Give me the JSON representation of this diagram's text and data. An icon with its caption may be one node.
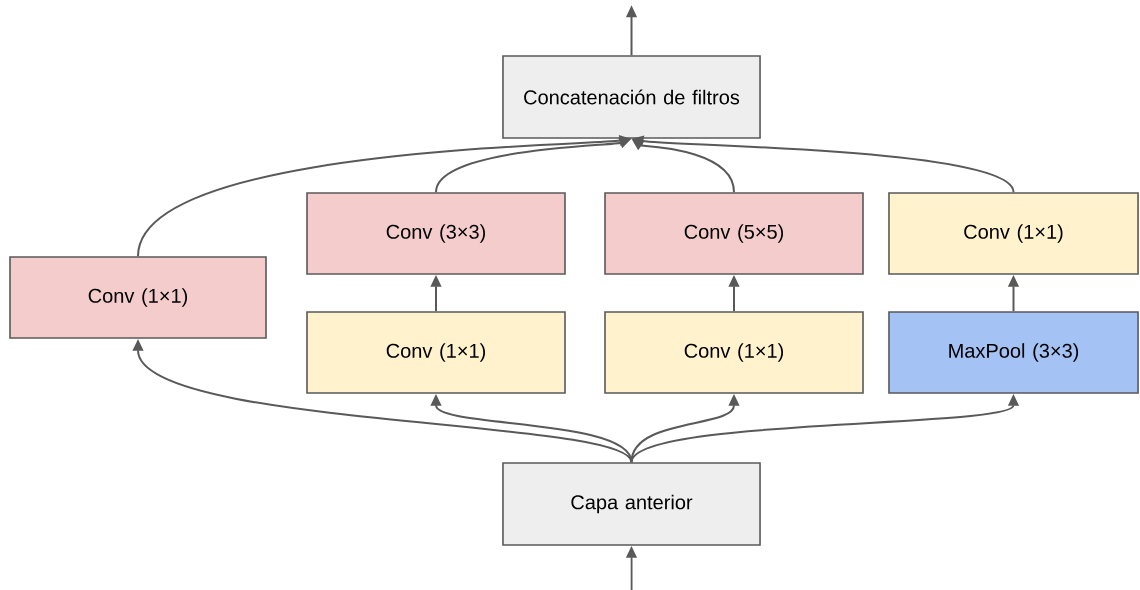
{
  "diagram": {
    "nodes": [
      {
        "text": [
          "Concatenación de filtros"
        ]
      },
      {
        "text": [
          "Conv (3×3)"
        ]
      },
      {
        "text": [
          "Conv (5×5)"
        ]
      },
      {
        "text": [
          "Conv (1×1)"
        ]
      },
      {
        "text": [
          "Conv (1×1)"
        ]
      },
      {
        "text": [
          "Conv (1×1)"
        ]
      },
      {
        "text": [
          "Conv (1×1)"
        ]
      },
      {
        "text": [
          "MaxPool (3×3)"
        ]
      },
      {
        "text": [
          "Capa anterior"
        ]
      }
    ],
    "edges": [
      {
        "from": 0,
        "to": null,
        "arrow": "to"
      },
      {
        "from": 4,
        "to": 0,
        "arrow": "to"
      },
      {
        "from": 1,
        "to": 0,
        "arrow": "to"
      },
      {
        "from": 2,
        "to": 0,
        "arrow": "to"
      },
      {
        "from": 3,
        "to": 0,
        "arrow": "to"
      },
      {
        "from": 5,
        "to": 1,
        "arrow": "to"
      },
      {
        "from": 6,
        "to": 2,
        "arrow": "to"
      },
      {
        "from": 7,
        "to": 3,
        "arrow": "to"
      },
      {
        "from": 8,
        "to": 4,
        "arrow": "to"
      },
      {
        "from": 8,
        "to": 5,
        "arrow": "to"
      },
      {
        "from": 8,
        "to": 6,
        "arrow": "to"
      },
      {
        "from": 8,
        "to": 7,
        "arrow": "to"
      },
      {
        "from": null,
        "to": 8,
        "arrow": "to"
      }
    ]
  }
}
